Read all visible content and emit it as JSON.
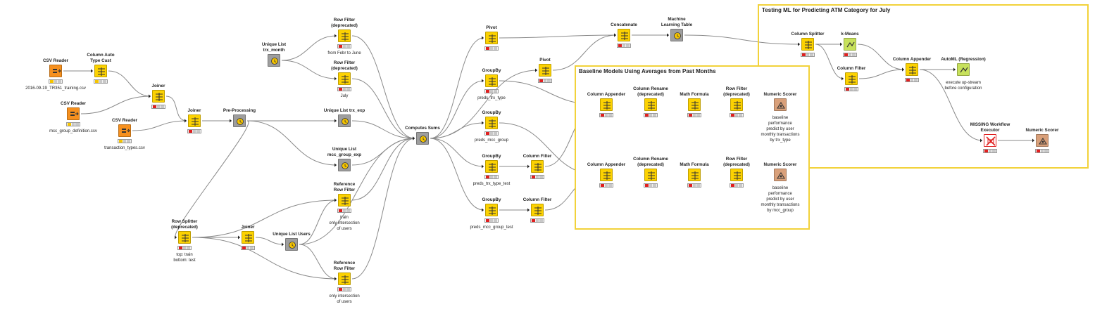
{
  "colors": {
    "orange": "#f6901e",
    "yellow": "#fcd201",
    "gray": "#9e9e9e",
    "green": "#c7e15b",
    "tan": "#d9a07a",
    "annotation": "#f2d23a"
  },
  "annotations": [
    {
      "title": "Testing ML for Predicting ATM Category for July"
    },
    {
      "title": "Baseline Models Using Averages from Past Months"
    }
  ],
  "nodes": [
    {
      "id": "csv1",
      "title": [
        "CSV Reader"
      ],
      "color": "orange",
      "status": [
        "yellow",
        "gray",
        "gray"
      ],
      "caption": [
        "2016-09-19_TR351_training.csv"
      ]
    },
    {
      "id": "autotype",
      "title": [
        "Column Auto",
        "Type Cast"
      ],
      "color": "yellow",
      "status": [
        "yellow",
        "gray",
        "gray"
      ],
      "caption": []
    },
    {
      "id": "csv2",
      "title": [
        "CSV Reader"
      ],
      "color": "orange",
      "status": [
        "yellow",
        "gray",
        "gray"
      ],
      "caption": [
        "mcc_group_definition.csv"
      ]
    },
    {
      "id": "joiner1",
      "title": [
        "Joiner"
      ],
      "color": "yellow",
      "status": [
        "red",
        "gray",
        "gray"
      ],
      "caption": []
    },
    {
      "id": "csv3",
      "title": [
        "CSV Reader"
      ],
      "color": "orange",
      "status": [
        "yellow",
        "gray",
        "gray"
      ],
      "caption": [
        "transaction_types.csv"
      ]
    },
    {
      "id": "joiner2",
      "title": [
        "Joiner"
      ],
      "color": "yellow",
      "status": [
        "red",
        "gray",
        "gray"
      ],
      "caption": []
    },
    {
      "id": "prep",
      "title": [
        "Pre-Processing"
      ],
      "color": "gray",
      "status": [],
      "caption": []
    },
    {
      "id": "ulmonth",
      "title": [
        "Unique List",
        "trx_month"
      ],
      "color": "gray",
      "status": [],
      "caption": []
    },
    {
      "id": "rf1",
      "title": [
        "Row Filter",
        "(deprecated)"
      ],
      "color": "yellow",
      "status": [
        "red",
        "gray",
        "gray"
      ],
      "caption": [
        "from Febr to June"
      ]
    },
    {
      "id": "rf2",
      "title": [
        "Row Filter",
        "(deprecated)"
      ],
      "color": "yellow",
      "status": [
        "red",
        "gray",
        "gray"
      ],
      "caption": [
        "July"
      ]
    },
    {
      "id": "ultype",
      "title": [
        "Unique List trx_exp"
      ],
      "color": "gray",
      "status": [],
      "caption": []
    },
    {
      "id": "ulmcc",
      "title": [
        "Unique List",
        "mcc_group_exp"
      ],
      "color": "gray",
      "status": [],
      "caption": []
    },
    {
      "id": "rowsplit",
      "title": [
        "Row Splitter",
        "(deprecated)"
      ],
      "color": "yellow",
      "status": [
        "red",
        "gray",
        "gray"
      ],
      "caption": [
        "top: train",
        "bottom: test"
      ]
    },
    {
      "id": "joiner3",
      "title": [
        "Joiner"
      ],
      "color": "yellow",
      "status": [
        "red",
        "gray",
        "gray"
      ],
      "caption": []
    },
    {
      "id": "ulusers",
      "title": [
        "Unique List Users"
      ],
      "color": "gray",
      "status": [],
      "caption": []
    },
    {
      "id": "ref1",
      "title": [
        "Reference",
        "Row Filter"
      ],
      "color": "yellow",
      "status": [
        "red",
        "gray",
        "gray"
      ],
      "caption": [
        "train",
        "only intersection",
        "of users"
      ]
    },
    {
      "id": "ref2",
      "title": [
        "Reference",
        "Row Filter"
      ],
      "color": "yellow",
      "status": [
        "red",
        "gray",
        "gray"
      ],
      "caption": [
        "only intersection",
        "of users"
      ]
    },
    {
      "id": "sums",
      "title": [
        "Computes Sums"
      ],
      "color": "gray",
      "status": [],
      "caption": []
    },
    {
      "id": "pivot1",
      "title": [
        "Pivot"
      ],
      "color": "yellow",
      "status": [
        "red",
        "gray",
        "gray"
      ],
      "caption": []
    },
    {
      "id": "gb1",
      "title": [
        "GroupBy"
      ],
      "color": "yellow",
      "status": [
        "red",
        "gray",
        "gray"
      ],
      "caption": [
        "preds_trx_type"
      ]
    },
    {
      "id": "gb2",
      "title": [
        "GroupBy"
      ],
      "color": "yellow",
      "status": [
        "red",
        "gray",
        "gray"
      ],
      "caption": [
        "preds_mcc_group"
      ]
    },
    {
      "id": "gb3",
      "title": [
        "GroupBy"
      ],
      "color": "yellow",
      "status": [
        "red",
        "gray",
        "gray"
      ],
      "caption": [
        "preds_trx_type_test"
      ]
    },
    {
      "id": "gb4",
      "title": [
        "GroupBy"
      ],
      "color": "yellow",
      "status": [
        "red",
        "gray",
        "gray"
      ],
      "caption": [
        "preds_mcc_group_test"
      ]
    },
    {
      "id": "pivot2",
      "title": [
        "Pivot"
      ],
      "color": "yellow",
      "status": [
        "red",
        "gray",
        "gray"
      ],
      "caption": []
    },
    {
      "id": "cf1",
      "title": [
        "Column Filter"
      ],
      "color": "yellow",
      "status": [
        "red",
        "gray",
        "gray"
      ],
      "caption": []
    },
    {
      "id": "cf2",
      "title": [
        "Column Filter"
      ],
      "color": "yellow",
      "status": [
        "red",
        "gray",
        "gray"
      ],
      "caption": []
    },
    {
      "id": "concat",
      "title": [
        "Concatenate"
      ],
      "color": "yellow",
      "status": [
        "red",
        "gray",
        "gray"
      ],
      "caption": []
    },
    {
      "id": "mltable",
      "title": [
        "Machine",
        "Learning Table"
      ],
      "color": "gray",
      "status": [],
      "caption": []
    },
    {
      "id": "ca1",
      "title": [
        "Column Appender"
      ],
      "color": "yellow",
      "status": [
        "red",
        "gray",
        "gray"
      ],
      "caption": []
    },
    {
      "id": "cr1",
      "title": [
        "Column Rename",
        "(deprecated)"
      ],
      "color": "yellow",
      "status": [
        "red",
        "gray",
        "gray"
      ],
      "caption": []
    },
    {
      "id": "mf1",
      "title": [
        "Math Formula"
      ],
      "color": "yellow",
      "status": [
        "red",
        "gray",
        "gray"
      ],
      "caption": []
    },
    {
      "id": "rfd1",
      "title": [
        "Row Filter",
        "(deprecated)"
      ],
      "color": "yellow",
      "status": [
        "red",
        "gray",
        "gray"
      ],
      "caption": []
    },
    {
      "id": "ns1",
      "title": [
        "Numeric Scorer"
      ],
      "color": "tan",
      "status": [],
      "caption": [
        "baseline",
        "performance",
        "predict by user",
        "monthly transactions",
        "by trx_type"
      ]
    },
    {
      "id": "ca2",
      "title": [
        "Column Appender"
      ],
      "color": "yellow",
      "status": [
        "red",
        "gray",
        "gray"
      ],
      "caption": []
    },
    {
      "id": "cr2",
      "title": [
        "Column Rename",
        "(deprecated)"
      ],
      "color": "yellow",
      "status": [
        "red",
        "gray",
        "gray"
      ],
      "caption": []
    },
    {
      "id": "mf2",
      "title": [
        "Math Formula"
      ],
      "color": "yellow",
      "status": [
        "red",
        "gray",
        "gray"
      ],
      "caption": []
    },
    {
      "id": "rfd2",
      "title": [
        "Row Filter",
        "(deprecated)"
      ],
      "color": "yellow",
      "status": [
        "red",
        "gray",
        "gray"
      ],
      "caption": []
    },
    {
      "id": "ns2",
      "title": [
        "Numeric Scorer"
      ],
      "color": "tan",
      "status": [],
      "caption": [
        "baseline",
        "performance",
        "predict by user",
        "monthly transactions",
        "by mcc_group"
      ]
    },
    {
      "id": "colsplit",
      "title": [
        "Column Splitter"
      ],
      "color": "yellow",
      "status": [
        "red",
        "gray",
        "gray"
      ],
      "caption": []
    },
    {
      "id": "kmeans",
      "title": [
        "k-Means"
      ],
      "color": "green",
      "status": [
        "red",
        "gray",
        "gray"
      ],
      "caption": []
    },
    {
      "id": "cf3",
      "title": [
        "Column Filter"
      ],
      "color": "yellow",
      "status": [
        "red",
        "gray",
        "gray"
      ],
      "caption": []
    },
    {
      "id": "ca3",
      "title": [
        "Column Appender"
      ],
      "color": "yellow",
      "status": [
        "red",
        "gray",
        "gray"
      ],
      "caption": []
    },
    {
      "id": "automl",
      "title": [
        "AutoML (Regression)"
      ],
      "color": "green",
      "status": [],
      "caption": [
        "execute up-stream",
        "before configuration"
      ]
    },
    {
      "id": "missing",
      "title": [
        "MISSING Workflow",
        "Executor"
      ],
      "color": "missing",
      "status": [
        "red",
        "gray",
        "gray"
      ],
      "caption": []
    },
    {
      "id": "ns3",
      "title": [
        "Numeric Scorer"
      ],
      "color": "tan",
      "status": [
        "red",
        "gray",
        "gray"
      ],
      "caption": []
    }
  ]
}
